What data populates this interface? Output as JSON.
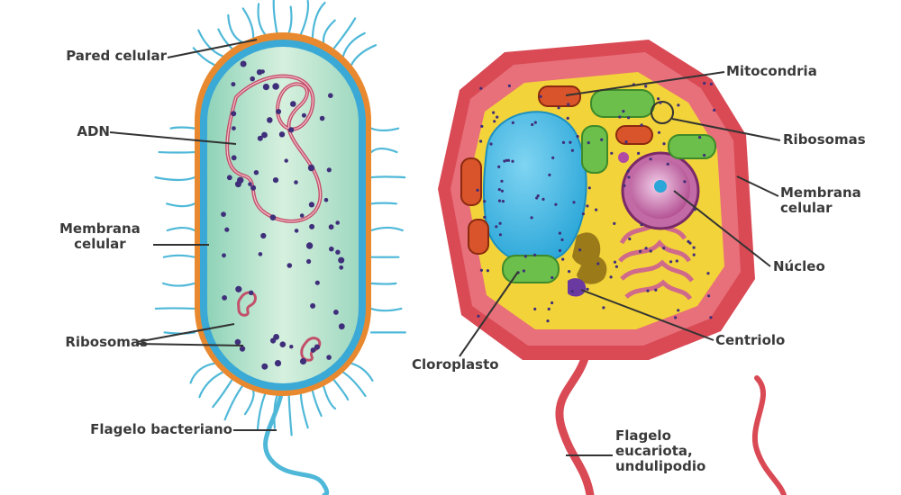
{
  "labels": {
    "pared_celular": "Pared celular",
    "adn": "ADN",
    "membrana_celular_bact": "Membrana\ncelular",
    "ribosomas_bact": "Ribosomas",
    "flagelo_bacteriano": "Flagelo bacteriano",
    "mitocondria": "Mitocondria",
    "ribosomas_euk": "Ribosomas",
    "membrana_celular_euk": "Membrana\ncelular",
    "nucleo": "Núcleo",
    "centriolo": "Centriolo",
    "cloroplasto": "Cloroplasto",
    "flagelo_eucariota": "Flagelo\neucariota,\nundulipodio"
  },
  "colors": {
    "label_text": "#3a3a3a",
    "leader_line": "#333333",
    "bacteria_wall": "#e8892f",
    "bacteria_membrane": "#3aa9d6",
    "bacteria_cytoplasm": "#bfe6d0",
    "bacteria_flagella": "#4fb8d8",
    "dna": "#c2506a",
    "ribosome": "#3f2f7a",
    "euk_membrane": "#d94a55",
    "euk_cytoplasm": "#f2d33a",
    "vacuole": "#3db7e4",
    "chloroplast": "#6cbf4a",
    "mitochondria": "#d9542a",
    "nucleus": "#b04a8e",
    "golgi": "#9b7a1a",
    "centriole": "#6b3aa0"
  }
}
